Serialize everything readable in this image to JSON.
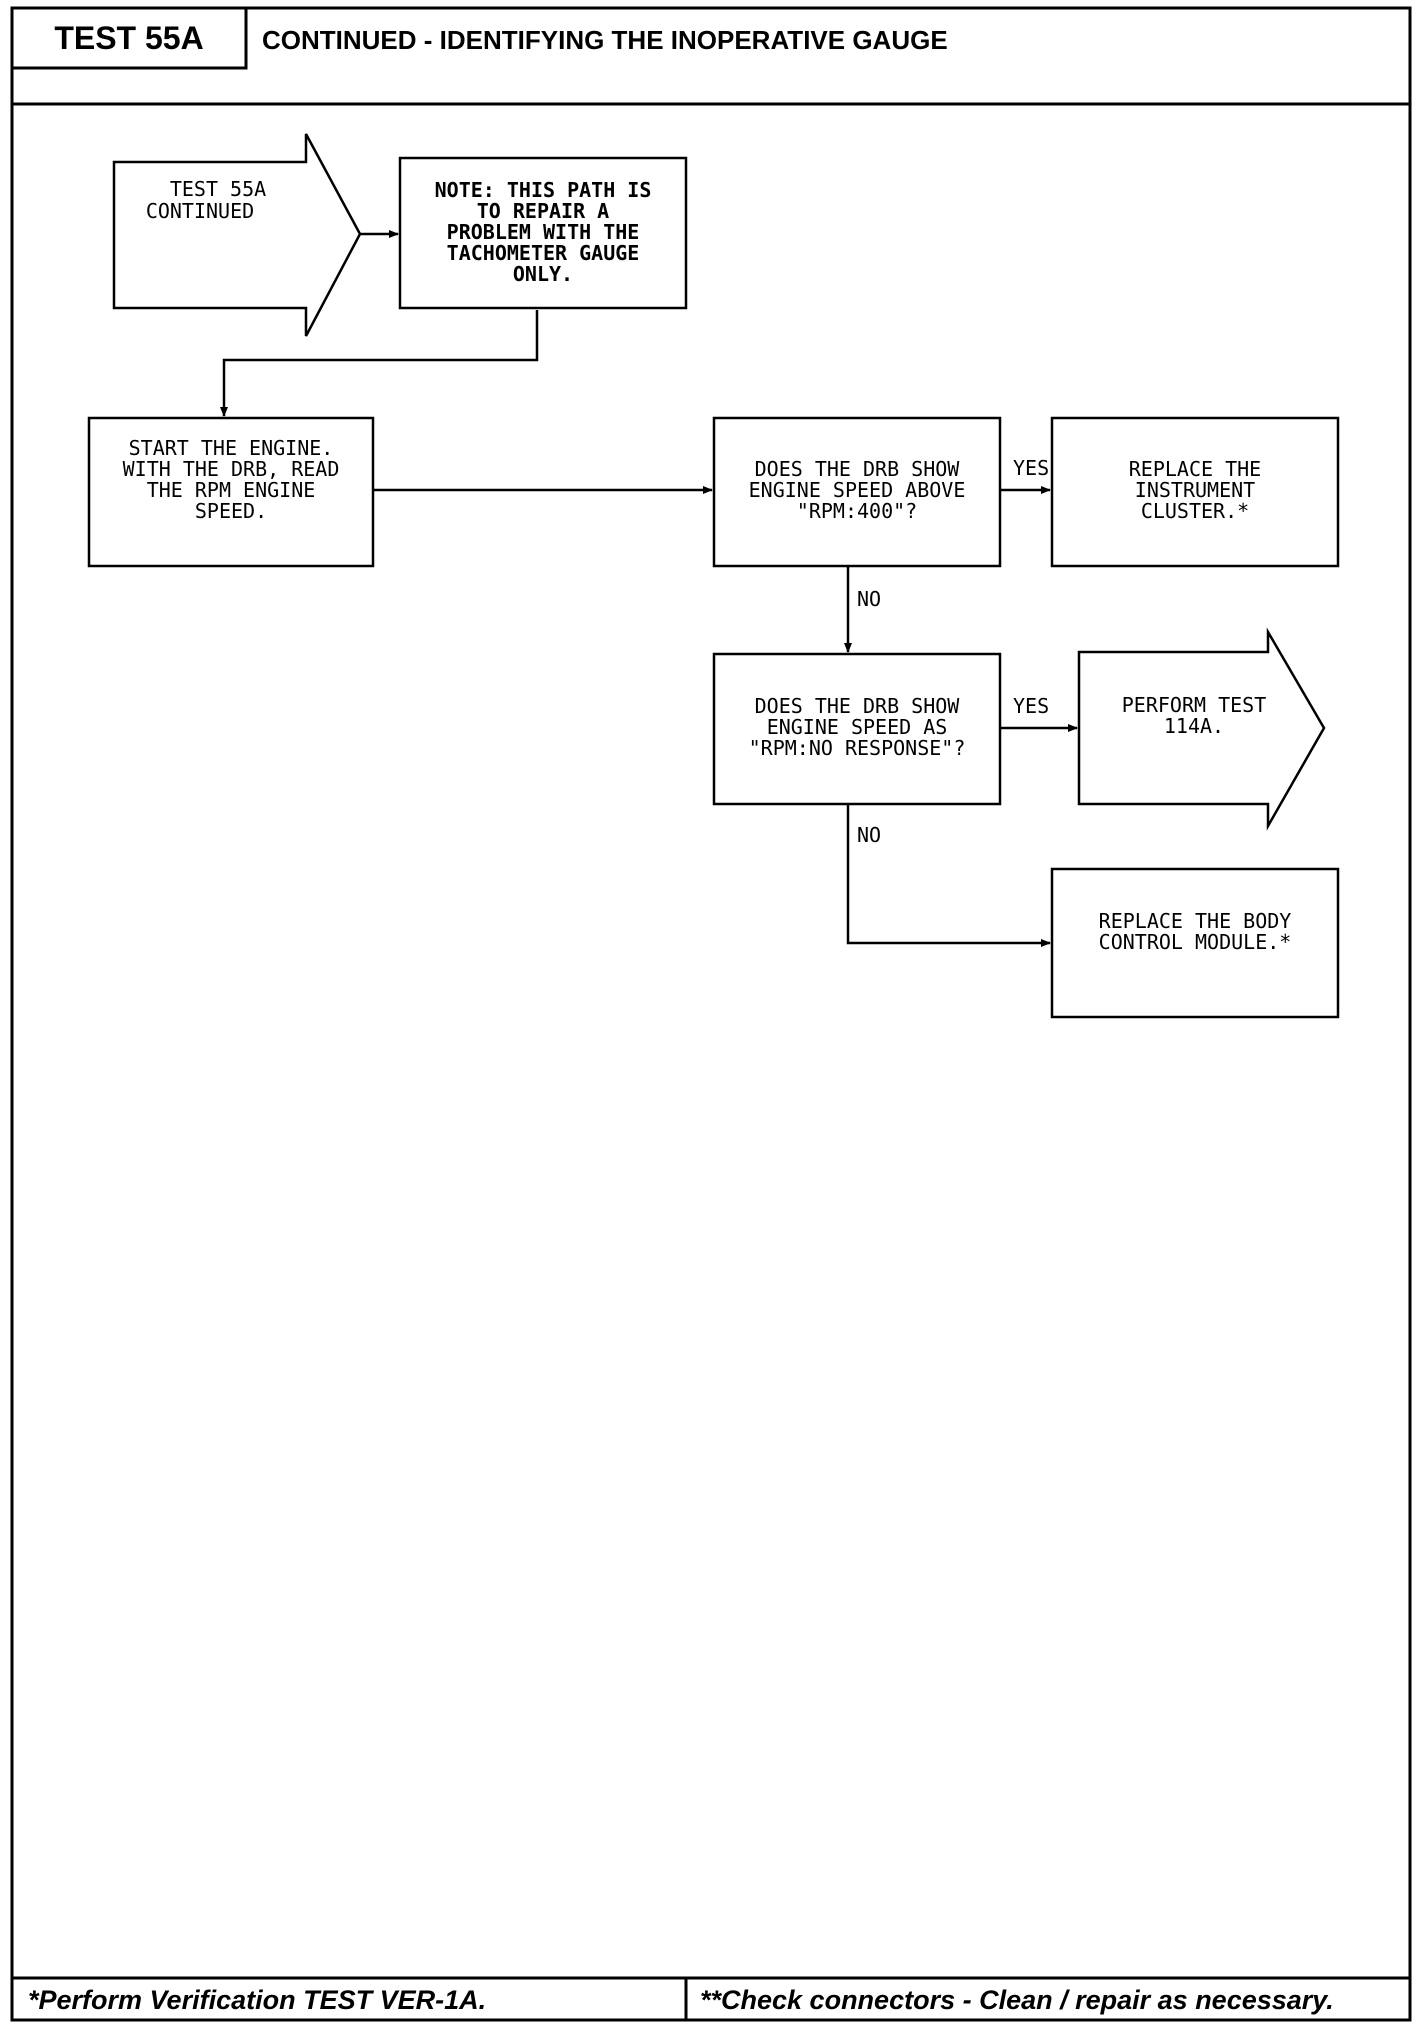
{
  "header": {
    "test_id": "TEST 55A",
    "title": "CONTINUED - IDENTIFYING THE INOPERATIVE GAUGE"
  },
  "flowchart": {
    "start_arrow": {
      "lines": [
        "TEST 55A",
        "CONTINUED"
      ]
    },
    "note_box": {
      "lines": [
        "NOTE: THIS PATH IS",
        "TO REPAIR A",
        "PROBLEM WITH THE",
        "TACHOMETER GAUGE",
        "ONLY."
      ]
    },
    "step_start_engine": {
      "lines": [
        "START THE ENGINE.",
        "WITH THE DRB, READ",
        "THE RPM ENGINE",
        "SPEED."
      ]
    },
    "decision_rpm_400": {
      "lines": [
        "DOES THE DRB SHOW",
        "ENGINE SPEED ABOVE",
        "\"RPM:400\"?"
      ]
    },
    "action_replace_cluster": {
      "lines": [
        "REPLACE THE",
        "INSTRUMENT",
        "CLUSTER.*"
      ]
    },
    "decision_no_response": {
      "lines": [
        "DOES THE DRB SHOW",
        "ENGINE SPEED AS",
        "\"RPM:NO RESPONSE\"?"
      ]
    },
    "action_perform_test": {
      "lines": [
        "PERFORM TEST",
        "114A."
      ]
    },
    "action_replace_bcm": {
      "lines": [
        "REPLACE THE BODY",
        "CONTROL MODULE.*"
      ]
    },
    "labels": {
      "yes_1": "YES",
      "no_1": "NO",
      "yes_2": "YES",
      "no_2": "NO"
    }
  },
  "footer": {
    "left": "*Perform Verification TEST VER-1A.",
    "right": "**Check connectors - Clean / repair as necessary."
  }
}
